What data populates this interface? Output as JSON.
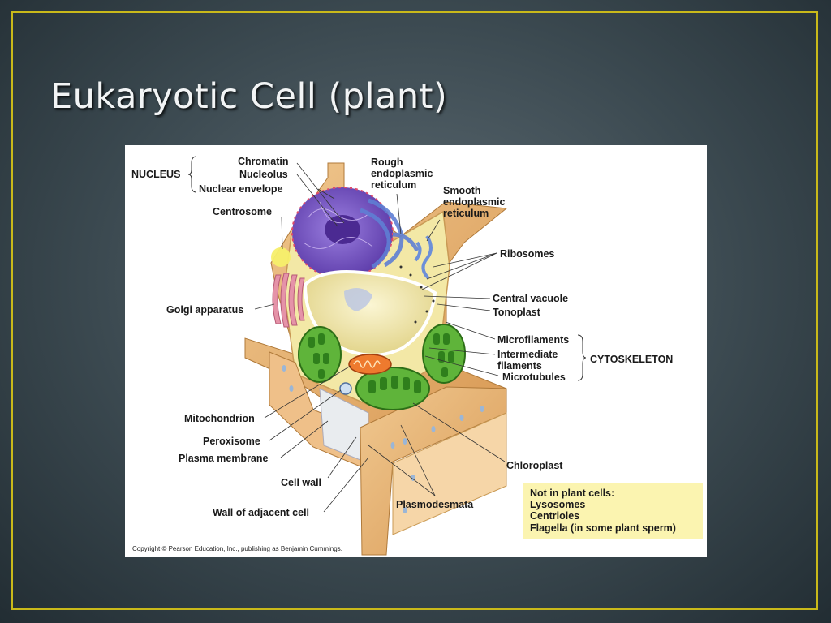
{
  "slide": {
    "title": "Eukaryotic Cell (plant)"
  },
  "diagram": {
    "group_labels": {
      "nucleus": "NUCLEUS",
      "cytoskeleton": "CYTOSKELETON"
    },
    "labels": {
      "chromatin": "Chromatin",
      "nucleolus": "Nucleolus",
      "nuclear_envelope": "Nuclear envelope",
      "centrosome": "Centrosome",
      "golgi": "Golgi apparatus",
      "mitochondrion": "Mitochondrion",
      "peroxisome": "Peroxisome",
      "plasma_membrane": "Plasma membrane",
      "cell_wall": "Cell wall",
      "wall_adjacent_cell": "Wall of adjacent cell",
      "rough_er_1": "Rough",
      "rough_er_2": "endoplasmic",
      "rough_er_3": "reticulum",
      "smooth_er_1": "Smooth",
      "smooth_er_2": "endoplasmic",
      "smooth_er_3": "reticulum",
      "ribosomes": "Ribosomes",
      "central_vacuole": "Central vacuole",
      "tonoplast": "Tonoplast",
      "microfilaments": "Microfilaments",
      "intermediate_1": "Intermediate",
      "intermediate_2": "filaments",
      "microtubules": "Microtubules",
      "chloroplast": "Chloroplast",
      "plasmodesmata": "Plasmodesmata"
    },
    "note": {
      "heading": "Not in plant cells:",
      "items": [
        "Lysosomes",
        "Centrioles",
        "Flagella (in some plant sperm)"
      ]
    },
    "copyright": "Copyright © Pearson Education, Inc., publishing as Benjamin Cummings.",
    "colors": {
      "background": "#3b4950",
      "frame": "#c9b91a",
      "cell_wall": "#e6b77c",
      "cytoplasm": "#f3e8a6",
      "nucleus": "#7a5bc0",
      "vacuole": "#efe6b0",
      "chloroplast": "#3f9a2a",
      "golgi": "#e08aa0",
      "mitochondrion": "#e35d1f",
      "note_box": "#fbf4b0"
    }
  }
}
